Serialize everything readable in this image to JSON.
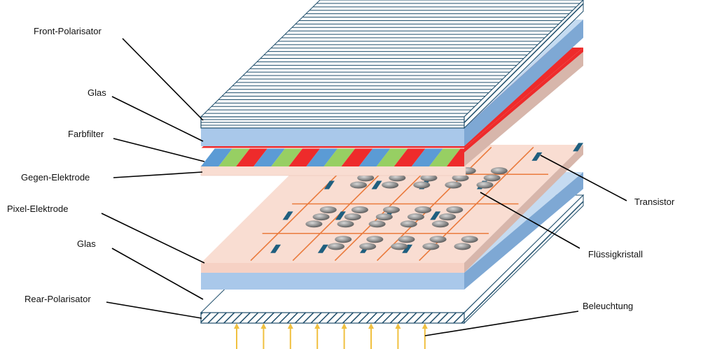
{
  "labels": {
    "front_polarisator": "Front-Polarisator",
    "glas_top": "Glas",
    "farbfilter": "Farbfilter",
    "gegen_elektrode": "Gegen-Elektrode",
    "pixel_elektrode": "Pixel-Elektrode",
    "glas_bottom": "Glas",
    "rear_polarisator": "Rear-Polarisator",
    "transistor": "Transistor",
    "fluessigkristall": "Flüssigkristall",
    "beleuchtung": "Beleuchtung"
  },
  "colors": {
    "polarizer_line": "#1f4e6b",
    "glass": "#a9c8ea",
    "glass_side": "#7ea8d4",
    "electrode": "#f9ddd2",
    "electrode_side": "#d7b6ab",
    "filter_red": "#ee2b2b",
    "filter_green": "#97cf63",
    "filter_blue": "#5b9bd5",
    "grid_line": "#ea7a3c",
    "transistor": "#1f5f7f",
    "crystal": "#8a8a8a",
    "light": "#f0c040",
    "leader": "#000000"
  },
  "color_filter_sequence": [
    "blue",
    "green",
    "red",
    "blue",
    "green",
    "red",
    "blue",
    "green",
    "red",
    "blue",
    "green",
    "red",
    "blue",
    "green",
    "red"
  ],
  "light_arrow_count": 8
}
